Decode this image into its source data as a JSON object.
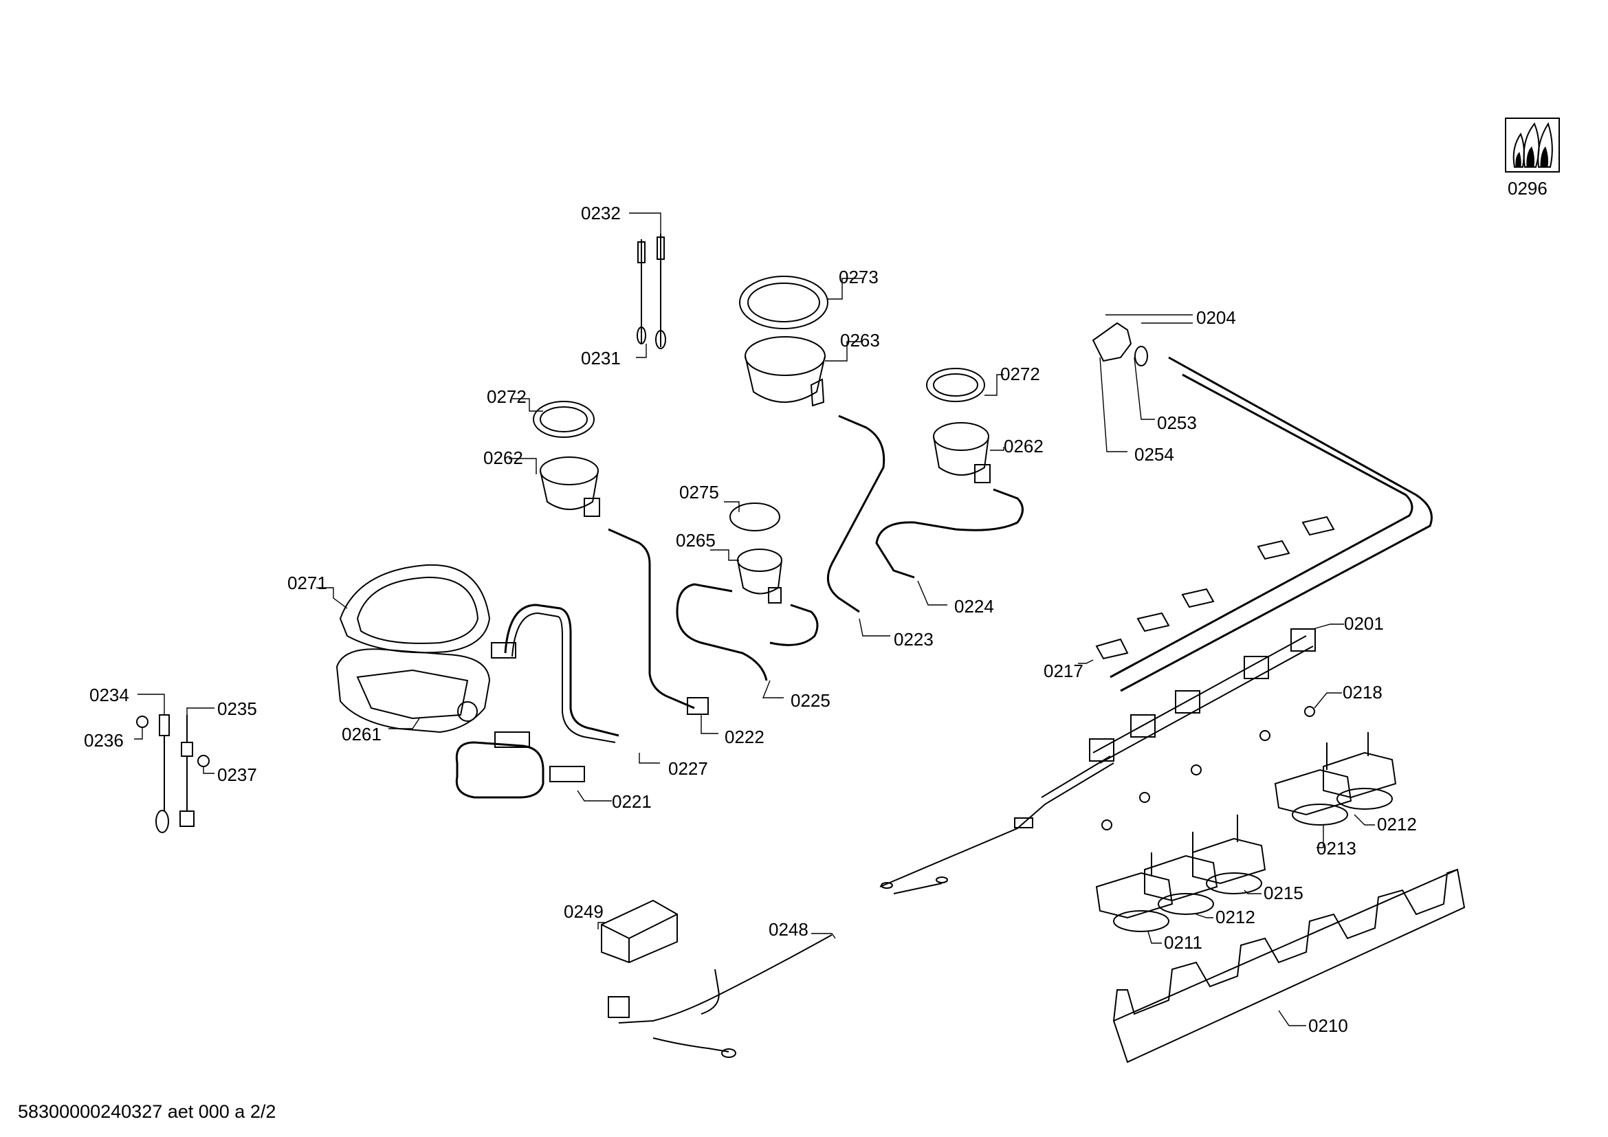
{
  "labels": {
    "l0296": "0296",
    "l0232": "0232",
    "l0231": "0231",
    "l0273": "0273",
    "l0263": "0263",
    "l0272a": "0272",
    "l0272b": "0272",
    "l0262a": "0262",
    "l0262b": "0262",
    "l0275": "0275",
    "l0265": "0265",
    "l0271": "0271",
    "l0261": "0261",
    "l0234": "0234",
    "l0235": "0235",
    "l0236": "0236",
    "l0237": "0237",
    "l0204": "0204",
    "l0253": "0253",
    "l0254": "0254",
    "l0224": "0224",
    "l0223": "0223",
    "l0225": "0225",
    "l0222": "0222",
    "l0227": "0227",
    "l0221": "0221",
    "l0201": "0201",
    "l0217": "0217",
    "l0218": "0218",
    "l0212a": "0212",
    "l0213": "0213",
    "l0215": "0215",
    "l0212b": "0212",
    "l0211": "0211",
    "l0210": "0210",
    "l0248": "0248",
    "l0249": "0249"
  },
  "footer": "58300000240327 aet 000 a 2/2",
  "icons": [
    "gas-flame-icon"
  ]
}
